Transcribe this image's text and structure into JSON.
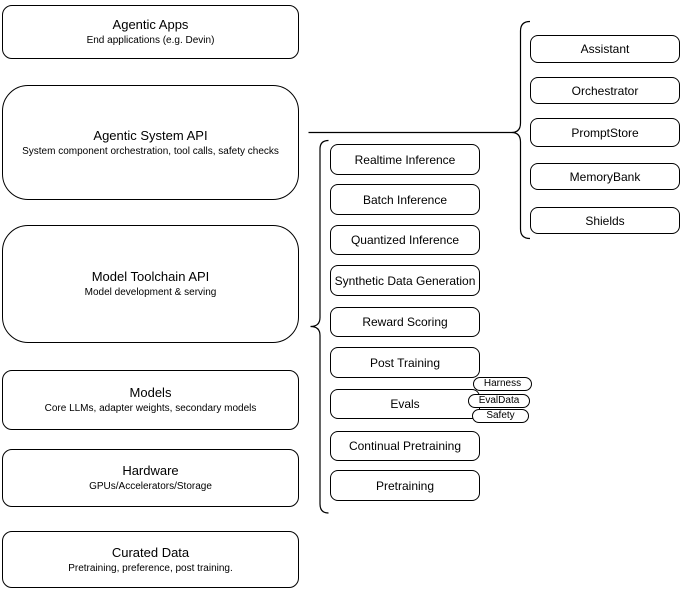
{
  "colors": {
    "line": "#000000",
    "node_fill": "#ffffff",
    "text": "#000000"
  },
  "stack": [
    {
      "title": "Agentic Apps",
      "subtitle": "End applications (e.g. Devin)"
    },
    {
      "title": "Agentic System API",
      "subtitle": "System component orchestration, tool calls, safety checks"
    },
    {
      "title": "Model Toolchain API",
      "subtitle": "Model development & serving"
    },
    {
      "title": "Models",
      "subtitle": "Core LLMs, adapter weights, secondary models"
    },
    {
      "title": "Hardware",
      "subtitle": "GPUs/Accelerators/Storage"
    },
    {
      "title": "Curated Data",
      "subtitle": "Pretraining, preference, post training."
    }
  ],
  "toolchain_services": [
    {
      "label": "Realtime Inference"
    },
    {
      "label": "Batch Inference"
    },
    {
      "label": "Quantized Inference"
    },
    {
      "label": "Synthetic Data Generation"
    },
    {
      "label": "Reward Scoring"
    },
    {
      "label": "Post Training"
    },
    {
      "label": "Evals"
    },
    {
      "label": "Continual Pretraining"
    },
    {
      "label": "Pretraining"
    }
  ],
  "eval_tags": [
    {
      "label": "Harness"
    },
    {
      "label": "EvalData"
    },
    {
      "label": "Safety"
    }
  ],
  "system_components": [
    {
      "label": "Assistant"
    },
    {
      "label": "Orchestrator"
    },
    {
      "label": "PromptStore"
    },
    {
      "label": "MemoryBank"
    },
    {
      "label": "Shields"
    }
  ]
}
